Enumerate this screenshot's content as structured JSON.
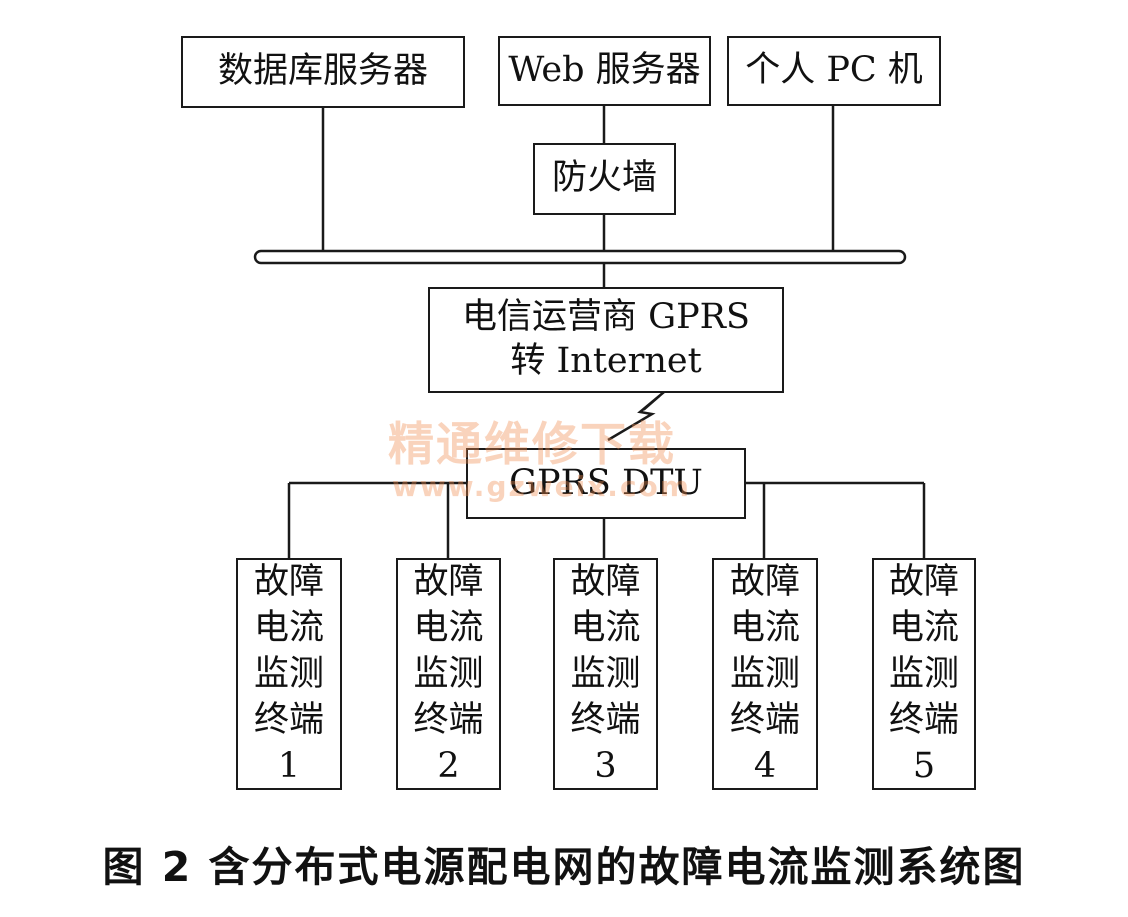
{
  "diagram": {
    "top_nodes": {
      "db_server": "数据库服务器",
      "web_server": "Web 服务器",
      "pc": "个人 PC 机"
    },
    "firewall": "防火墙",
    "gprs_gateway": {
      "line1": "电信运营商 GPRS",
      "line2": "转 Internet"
    },
    "dtu": "GPRS DTU",
    "terminals": [
      {
        "l1": "故障",
        "l2": "电流",
        "l3": "监测",
        "l4": "终端",
        "num": "1"
      },
      {
        "l1": "故障",
        "l2": "电流",
        "l3": "监测",
        "l4": "终端",
        "num": "2"
      },
      {
        "l1": "故障",
        "l2": "电流",
        "l3": "监测",
        "l4": "终端",
        "num": "3"
      },
      {
        "l1": "故障",
        "l2": "电流",
        "l3": "监测",
        "l4": "终端",
        "num": "4"
      },
      {
        "l1": "故障",
        "l2": "电流",
        "l3": "监测",
        "l4": "终端",
        "num": "5"
      }
    ]
  },
  "watermark": {
    "text": "精通维修下载",
    "url": "www.gzweix.com"
  },
  "caption": "图 2  含分布式电源配电网的故障电流监测系统图",
  "colors": {
    "stroke": "#1a1a1a",
    "watermark": "#f08c50"
  }
}
